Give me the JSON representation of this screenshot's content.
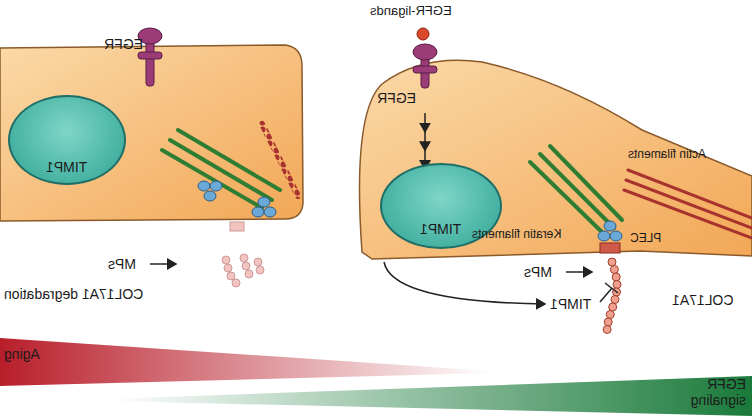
{
  "diagram": {
    "nodes": [
      {
        "text": [
          "EGFR"
        ]
      },
      {
        "text": [
          "TIMP1"
        ]
      },
      {
        "text": [
          "EGFR"
        ]
      },
      {
        "text": [
          "TIMP1"
        ]
      }
    ],
    "edges": [
      {
        "from": 2,
        "to": 3,
        "arrow": "to"
      }
    ],
    "labels": [
      "EGFR-ligands",
      "Actin filaments",
      "Keratin filaments",
      "PLEC",
      "MPs",
      "MPs",
      "COL17A1 degradation",
      "COL17A1",
      "TIMP1",
      "Aging",
      "EGFR signaling"
    ]
  }
}
